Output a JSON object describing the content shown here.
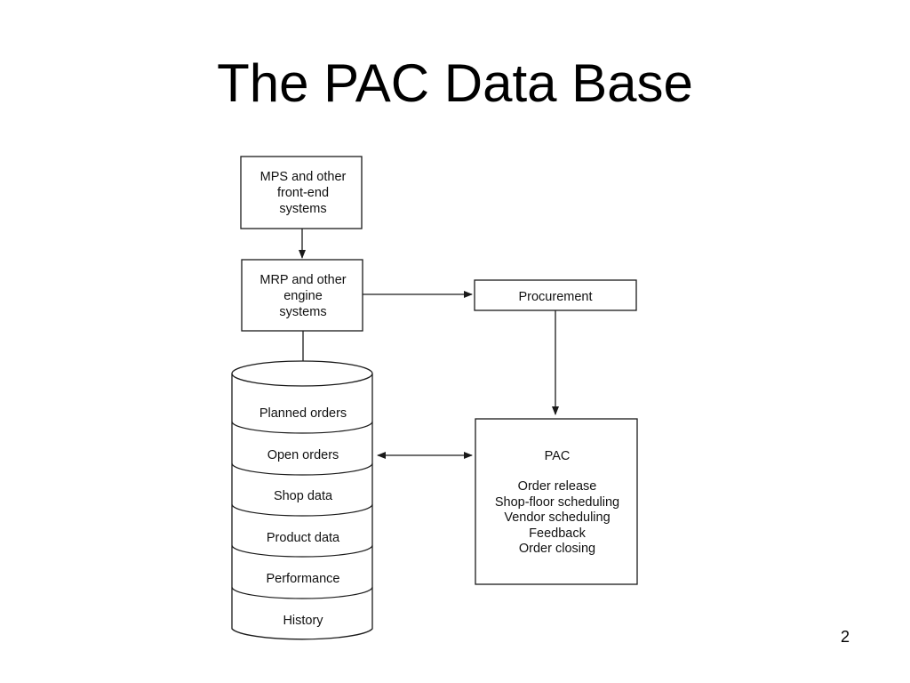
{
  "slide": {
    "title": "The PAC Data Base",
    "page_number": "2"
  },
  "diagram": {
    "mps_box": [
      "MPS and other",
      "front-end",
      "systems"
    ],
    "mrp_box": [
      "MRP and other",
      "engine",
      "systems"
    ],
    "procurement_box": "Procurement",
    "database_segments": [
      "Planned orders",
      "Open orders",
      "Shop data",
      "Product data",
      "Performance",
      "History"
    ],
    "pac_box": {
      "title": "PAC",
      "functions": [
        "Order release",
        "Shop-floor scheduling",
        "Vendor scheduling",
        "Feedback",
        "Order closing"
      ]
    }
  },
  "colors": {
    "stroke": "#1a1a1a",
    "background": "#ffffff",
    "text": "#111111"
  }
}
